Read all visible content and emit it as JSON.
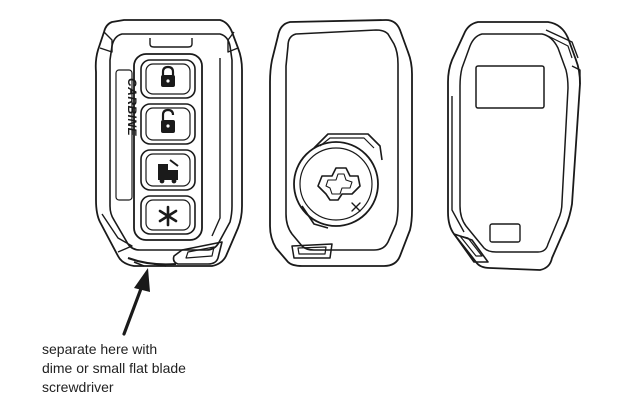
{
  "caption": {
    "lines": [
      "separate here with",
      "dime or small flat blade",
      "screwdriver"
    ]
  },
  "remote": {
    "brand": "CARBINE",
    "buttons": [
      {
        "name": "lock",
        "icon": "lock-icon"
      },
      {
        "name": "unlock",
        "icon": "unlock-icon"
      },
      {
        "name": "trunk",
        "icon": "trunk-icon"
      },
      {
        "name": "aux",
        "icon": "asterisk-icon"
      }
    ]
  },
  "colors": {
    "line": "#1a1a1a",
    "fill": "#ffffff"
  }
}
